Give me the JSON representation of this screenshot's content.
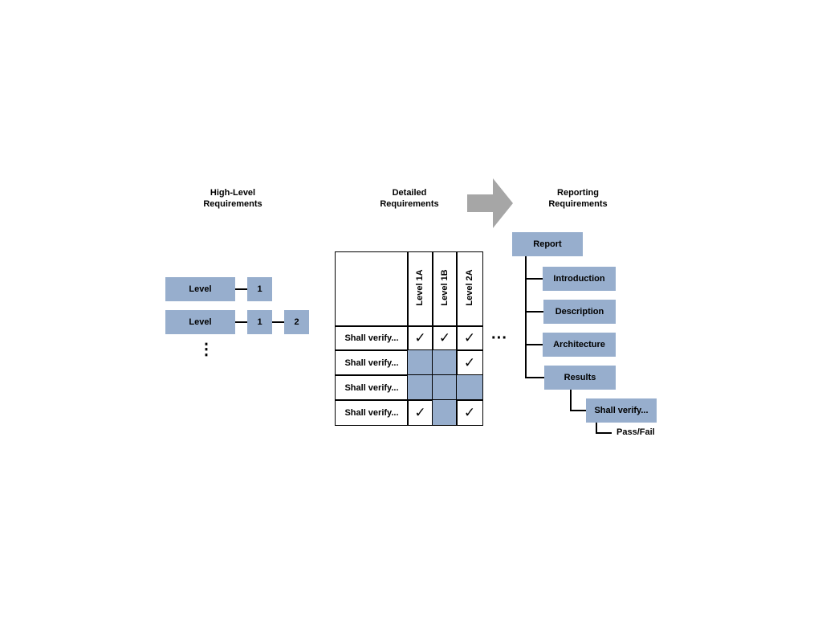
{
  "headings": {
    "high_level": [
      "High-Level",
      "Requirements"
    ],
    "detailed": [
      "Detailed",
      "Requirements"
    ],
    "reporting": [
      "Reporting",
      "Requirements"
    ]
  },
  "high_level": {
    "row1": [
      "Level",
      "1"
    ],
    "row2": [
      "Level",
      "1",
      "2"
    ],
    "ellipsis": "⋮"
  },
  "matrix": {
    "columns": [
      "Level 1A",
      "Level 1B",
      "Level 2A"
    ],
    "rows": [
      {
        "label": "Shall verify...",
        "cells": [
          "check",
          "check",
          "check"
        ]
      },
      {
        "label": "Shall verify...",
        "cells": [
          "fill",
          "fill",
          "check"
        ]
      },
      {
        "label": "Shall verify...",
        "cells": [
          "fill",
          "fill",
          "fill"
        ]
      },
      {
        "label": "Shall verify...",
        "cells": [
          "check",
          "fill",
          "check"
        ]
      }
    ],
    "check_symbol": "✓",
    "more": "···"
  },
  "report": {
    "root": "Report",
    "sections": [
      "Introduction",
      "Description",
      "Architecture",
      "Results"
    ],
    "results_child": "Shall verify...",
    "leaf": "Pass/Fail"
  },
  "colors": {
    "box": "#97aecd",
    "arrow": "#a6a6a6"
  }
}
